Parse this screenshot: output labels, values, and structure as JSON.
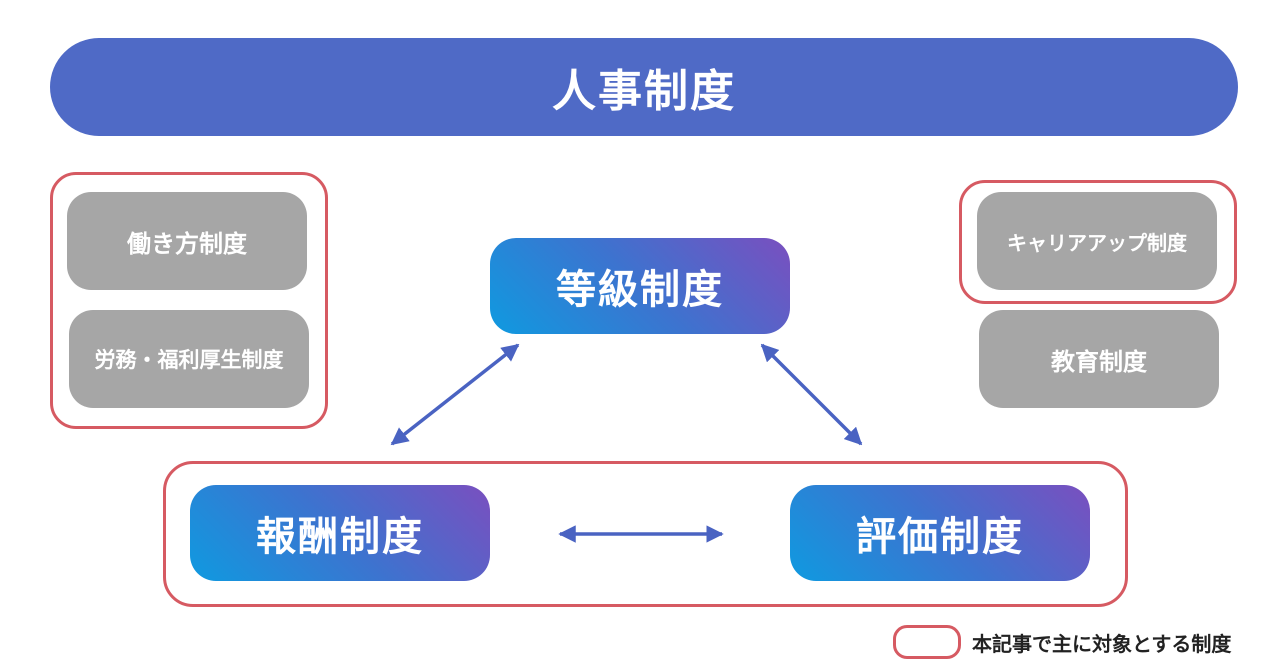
{
  "header": {
    "title": "人事制度"
  },
  "left_group": {
    "items": [
      "働き方制度",
      "労務・福利厚生制度"
    ]
  },
  "right_group": {
    "highlighted": "キャリアアップ制度",
    "other": "教育制度"
  },
  "core": {
    "grade": "等級制度",
    "compensation": "報酬制度",
    "evaluation": "評価制度"
  },
  "legend": {
    "label": "本記事で主に対象とする制度"
  },
  "colors": {
    "header": "#4f6ac6",
    "highlight_border": "#d65a62",
    "gray_box": "#a6a6a6",
    "arrow": "#4a63c2",
    "gradient_start": "#0f9ae0",
    "gradient_end": "#7a4fbf"
  }
}
